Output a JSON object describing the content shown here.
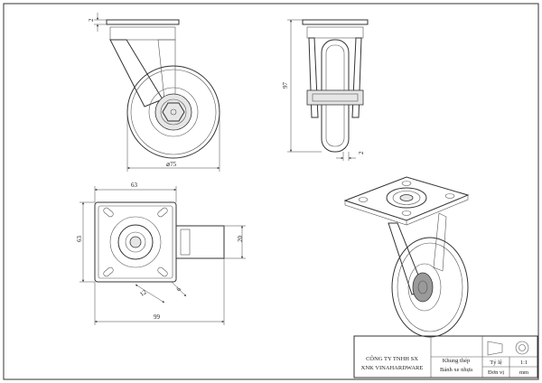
{
  "dimensions": {
    "plate_thickness": "2",
    "wheel_diameter": "⌀75",
    "height": "97",
    "side_offset": "2",
    "plate_width": "63",
    "plate_height": "63",
    "wheel_width": "20",
    "hole_spacing": "12",
    "hole_size": "6",
    "overall_length": "99"
  },
  "title_block": {
    "company_line1": "CÔNG TY TNHH SX",
    "company_line2": "XNK VINAHARDWARE",
    "frame_material": "Khung thép",
    "wheel_material": "Bánh xe nhựa",
    "scale_label": "Tỷ lệ",
    "scale_value": "1:1",
    "unit_label": "Đơn vị",
    "unit_value": "mm"
  }
}
